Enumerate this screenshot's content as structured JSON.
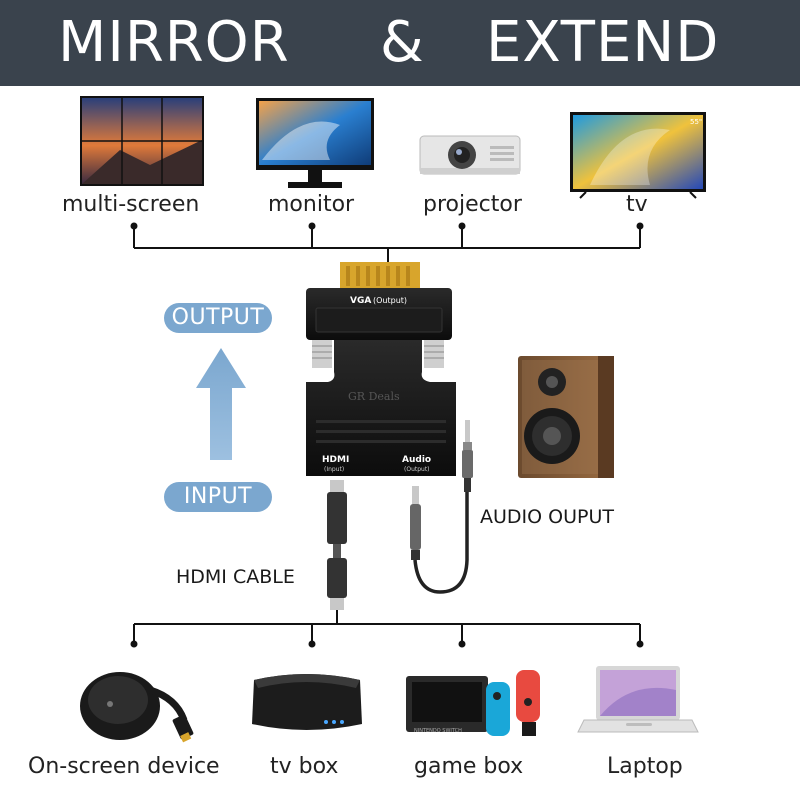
{
  "banner": {
    "left_word": "MIRROR",
    "ampersand": "&",
    "right_word": "EXTEND"
  },
  "outputs": [
    {
      "label": "multi-screen",
      "icon": "multi-screen-icon"
    },
    {
      "label": "monitor",
      "icon": "monitor-icon"
    },
    {
      "label": "projector",
      "icon": "projector-icon"
    },
    {
      "label": "tv",
      "icon": "tv-icon"
    }
  ],
  "tv_size": "55\"",
  "adapter": {
    "vga_label": "VGA",
    "vga_sub": "(Output)",
    "brand": "GR Deals",
    "hdmi_label": "HDMI",
    "hdmi_sub": "(Input)",
    "audio_label": "Audio",
    "audio_sub": "(Output)"
  },
  "direction": {
    "output": "OUTPUT",
    "input": "INPUT"
  },
  "cables": {
    "hdmi": "HDMI CABLE",
    "audio": "AUDIO OUPUT"
  },
  "inputs": [
    {
      "label": "On-screen device",
      "icon": "streaming-dongle-icon"
    },
    {
      "label": "tv box",
      "icon": "tv-box-icon"
    },
    {
      "label": "game box",
      "icon": "game-console-icon"
    },
    {
      "label": "Laptop",
      "icon": "laptop-icon"
    }
  ],
  "console_text": "NINTENDO SWITCH",
  "colors": {
    "banner": "#3a434d",
    "pill": "#7ba7cf",
    "arrow": "#7ba7cf",
    "adapter": "#111111",
    "gold": "#d8a52c"
  }
}
